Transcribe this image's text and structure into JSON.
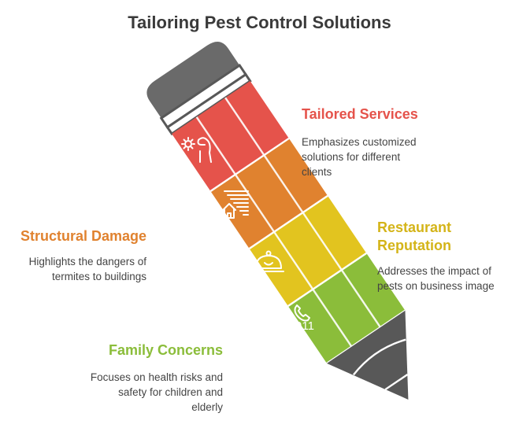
{
  "title": "Tailoring Pest Control Solutions",
  "colors": {
    "red": "#E5534B",
    "orange": "#E0822F",
    "yellow": "#E2C41F",
    "green": "#8BBD3A",
    "gray": "#6A6A6A",
    "dark_gray": "#585858"
  },
  "sections": [
    {
      "id": "tailored-services",
      "title": "Tailored Services",
      "description_lines": [
        "Emphasizes customized",
        "solutions for different",
        "clients"
      ],
      "color": "#E5534B",
      "icon": "hand-gear-icon"
    },
    {
      "id": "structural-damage",
      "title": "Structural Damage",
      "description_lines": [
        "Highlights the dangers of",
        "termites to buildings"
      ],
      "color": "#E0822F",
      "icon": "house-termite-icon"
    },
    {
      "id": "restaurant-reputation",
      "title_lines": [
        "Restaurant",
        "Reputation"
      ],
      "description_lines": [
        "Addresses the impact of",
        "pests on business image"
      ],
      "color": "#E2C41F",
      "icon": "food-cloche-icon"
    },
    {
      "id": "family-concerns",
      "title": "Family Concerns",
      "description_lines": [
        "Focuses on health risks and",
        "safety for children and",
        "elderly"
      ],
      "color": "#8BBD3A",
      "icon": "phone-911-icon",
      "icon_text": "911"
    }
  ]
}
